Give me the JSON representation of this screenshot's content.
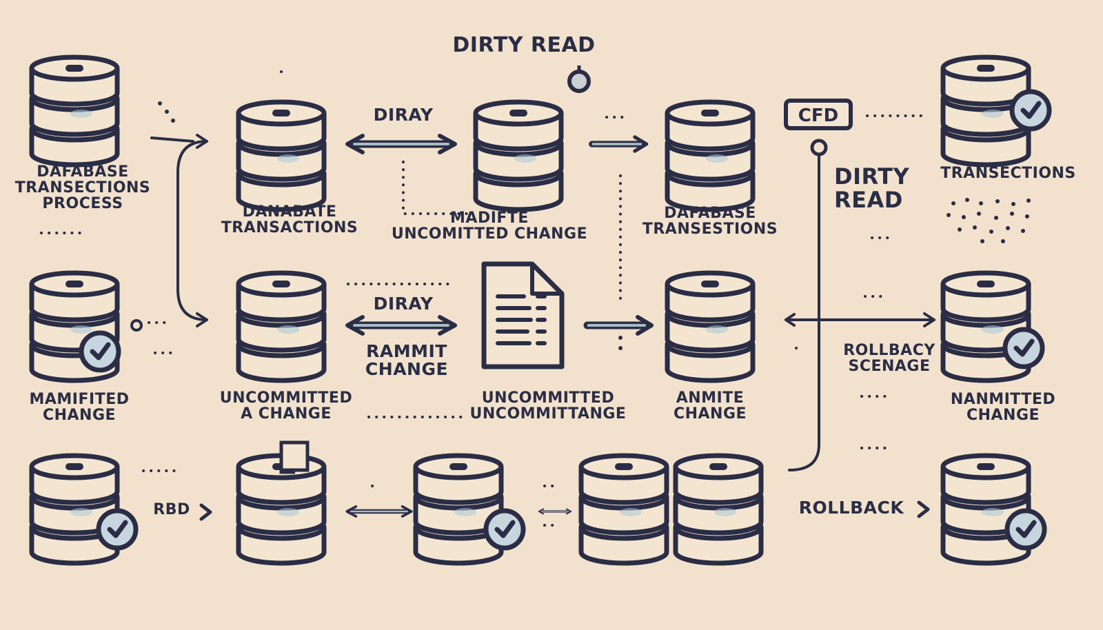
{
  "title": "DIRTY READ",
  "colors": {
    "background": "#f2e2cd",
    "ink": "#2a2d45",
    "accent_blue": "#8eb6cf"
  },
  "icons": {
    "database": "database-icon",
    "check": "check-badge-icon",
    "document": "document-icon",
    "arrow": "arrow-icon"
  },
  "labels": {
    "left_process": "DAFABASE\nTRANSECTIONS\nPROCESS",
    "mid_transactions": "DANABATE\nTRANSACTIONS",
    "diray_top": "DIRAY",
    "madifte": "MADIFTE\nUNCOMITTED CHANGE",
    "dafabase_transestions": "DAFABASE\nTRANSESTIONS",
    "cfd_box": "CFD",
    "dirty_read_side": "DIRTY\nREAD",
    "transections_right": "TRANSECTIONS",
    "diray_mid": "DIRAY",
    "rammit_change": "RAMMIT\nCHANGE",
    "mamifited_change": "MAMIFITED\nCHANGE",
    "uncommitted_a_change": "UNCOMMITTED\nA CHANGE",
    "uncommittange": "UNCOMMITTED\nUNCOMMITTANGE",
    "anmite_change": "ANMITE\nCHANGE",
    "rollback_scenage": "ROLLBACY\nSCENAGE",
    "nanmitted_change": "NANMITTED\nCHANGE",
    "rbd": "RBD",
    "rollback": "ROLLBACK"
  }
}
